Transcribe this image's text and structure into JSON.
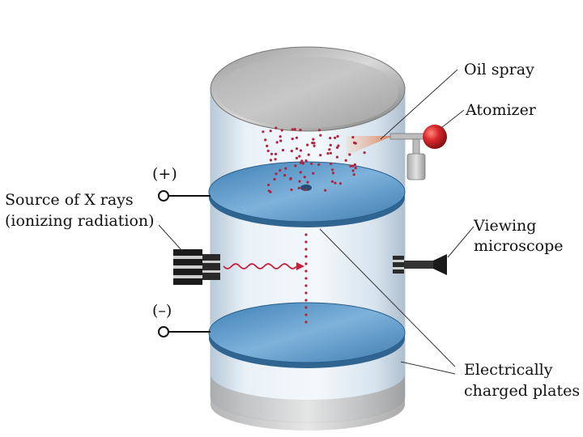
{
  "labels": {
    "oil_spray": "Oil spray",
    "atomizer": "Atomizer",
    "plus_terminal": "(+)",
    "xray_source_line1": "Source of X rays",
    "xray_source_line2": "(ionizing radiation)",
    "viewing_line1": "Viewing",
    "viewing_line2": "microscope",
    "minus_terminal": "(–)",
    "plates_line1": "Electrically",
    "plates_line2": "charged plates"
  },
  "colors": {
    "droplet": "#b0243f",
    "plate": "#4e8ec0",
    "plate_edge": "#2f6590",
    "atomizer_bulb": "#cc1f26",
    "spray_cone": "#e8814a",
    "xray_wave": "#c8203a",
    "cylinder_glass": "#dbe7f1",
    "lid_metal": "#8a8a8a"
  },
  "icons": [
    "atomizer-icon",
    "xray-source-icon",
    "microscope-icon",
    "terminal-plus-icon",
    "terminal-minus-icon"
  ]
}
